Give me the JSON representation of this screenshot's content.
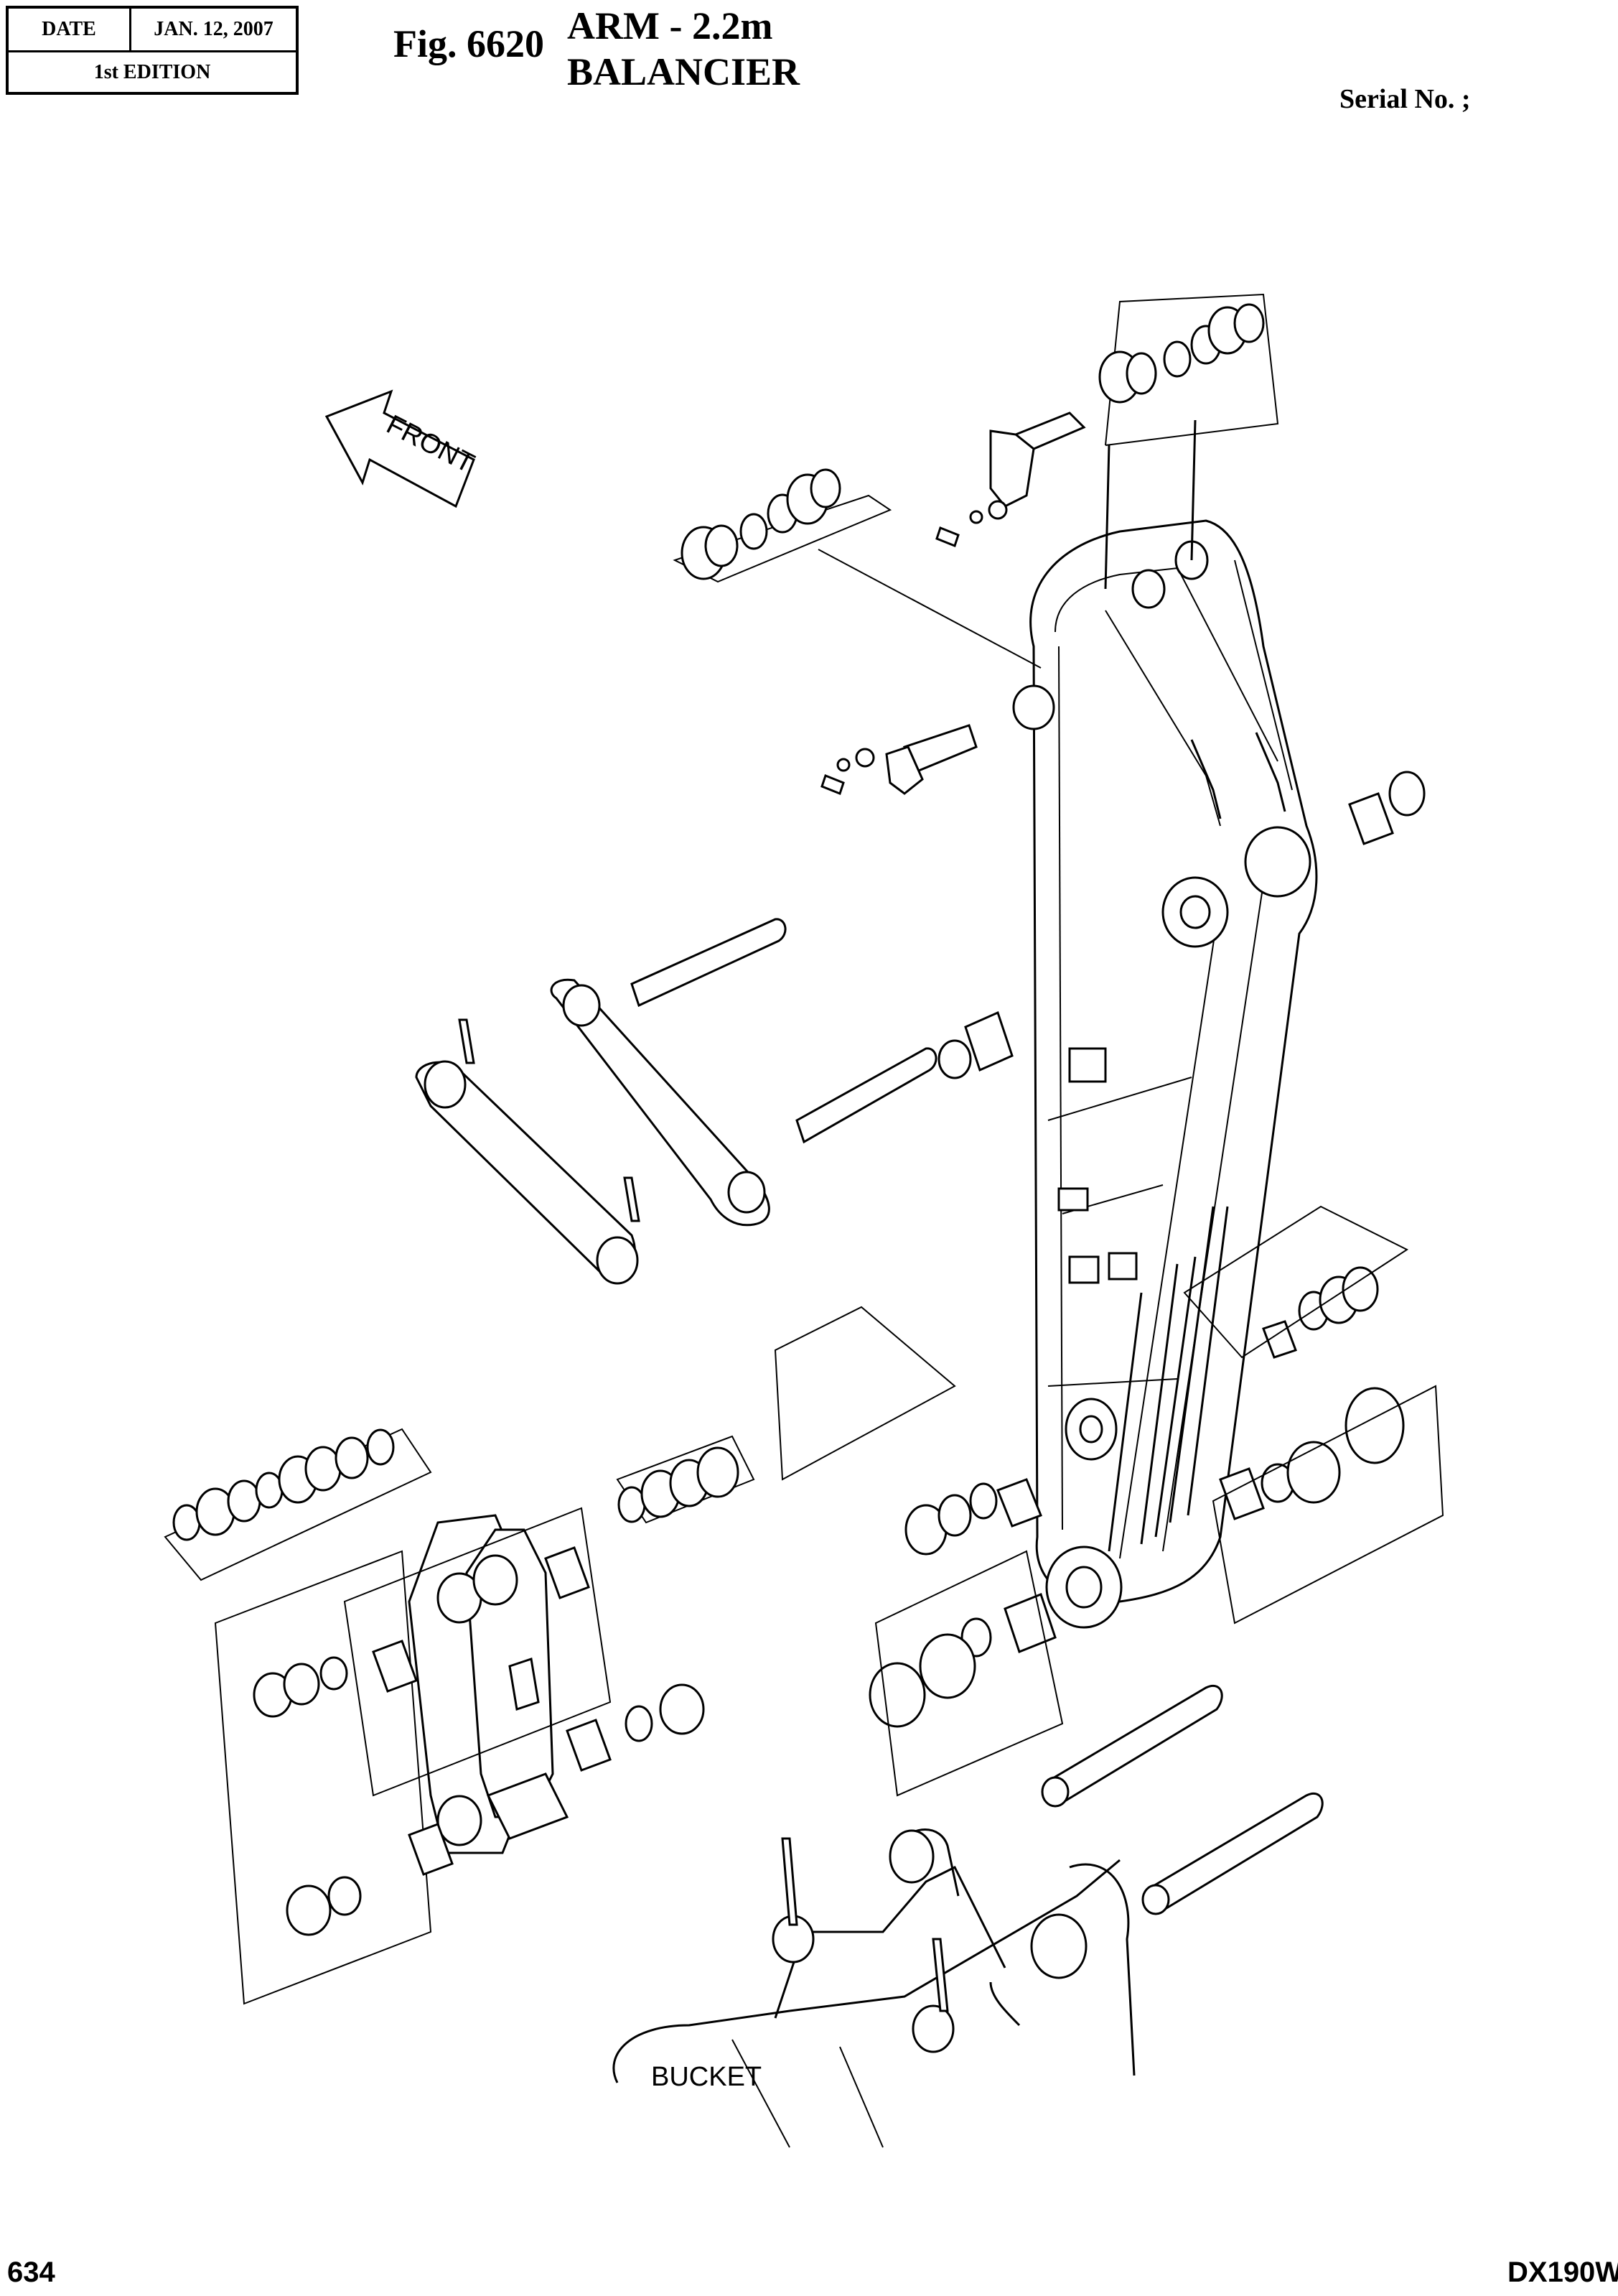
{
  "header": {
    "date_label": "DATE",
    "date_value": "JAN. 12, 2007",
    "edition": "1st EDITION",
    "figure_number": "Fig. 6620",
    "title_line1": "ARM  -  2.2m",
    "title_line2": "BALANCIER",
    "serial_label": "Serial No. ;"
  },
  "diagram": {
    "direction_label": "FRONT",
    "bucket_label": "BUCKET"
  },
  "footer": {
    "page_number": "634",
    "model": "DX190W"
  }
}
